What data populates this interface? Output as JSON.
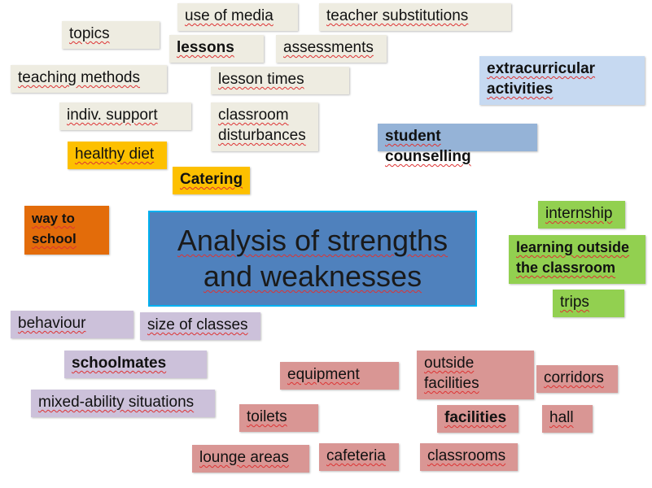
{
  "center": {
    "line1": "Analysis of strengths",
    "line2": "and weaknesses"
  },
  "topics": "topics",
  "use_of_media": "use of media",
  "teacher_substitutions": "teacher substitutions",
  "lessons": "lessons",
  "assessments": "assessments",
  "teaching_methods": "teaching methods",
  "lesson_times": "lesson times",
  "extracurricular": {
    "line1": "extracurricular",
    "line2": "activities"
  },
  "indiv_support": "indiv. support",
  "classroom_disturbances": {
    "line1": "classroom",
    "line2": "disturbances"
  },
  "student_counselling": "student counselling",
  "healthy_diet": "healthy diet",
  "catering": "Catering",
  "way_to_school": {
    "line1": "way to",
    "line2": "school"
  },
  "internship": "internship",
  "learning_outside": {
    "line1": "learning outside",
    "line2": "the classroom"
  },
  "trips": "trips",
  "behaviour": "behaviour",
  "size_of_classes": "size of classes",
  "schoolmates": "schoolmates",
  "mixed_ability": "mixed-ability situations",
  "equipment": "equipment",
  "outside_facilities": {
    "line1": "outside",
    "line2": "facilities"
  },
  "corridors": "corridors",
  "toilets": "toilets",
  "facilities": "facilities",
  "hall": "hall",
  "lounge_areas": "lounge areas",
  "cafeteria": "cafeteria",
  "classrooms": "classrooms"
}
